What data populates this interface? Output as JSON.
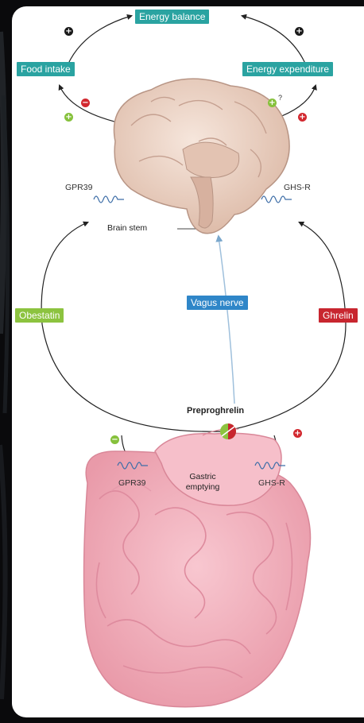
{
  "colors": {
    "teal": "#2aa3a1",
    "green": "#8cc33f",
    "blue": "#2f86c8",
    "red": "#c8262f",
    "tissue": "#f4b6c2",
    "brain": "#efd6c9"
  },
  "labels": {
    "energy_balance": "Energy balance",
    "food_intake": "Food intake",
    "energy_expenditure": "Energy expenditure",
    "obestatin": "Obestatin",
    "vagus_nerve": "Vagus nerve",
    "ghrelin": "Ghrelin",
    "gpr39_brain": "GPR39",
    "ghsr_brain": "GHS-R",
    "brain_stem": "Brain stem",
    "preproghrelin": "Preproghrelin",
    "gpr39_gut": "GPR39",
    "ghsr_gut": "GHS-R",
    "gastric_emptying": "Gastric emptying"
  },
  "signs": {
    "plus": "+",
    "minus": "−",
    "question": "?"
  },
  "icons": {
    "brain": "brain-icon",
    "stomach": "stomach-icon",
    "intestines": "intestines-icon",
    "receptor": "receptor-coil-icon"
  }
}
